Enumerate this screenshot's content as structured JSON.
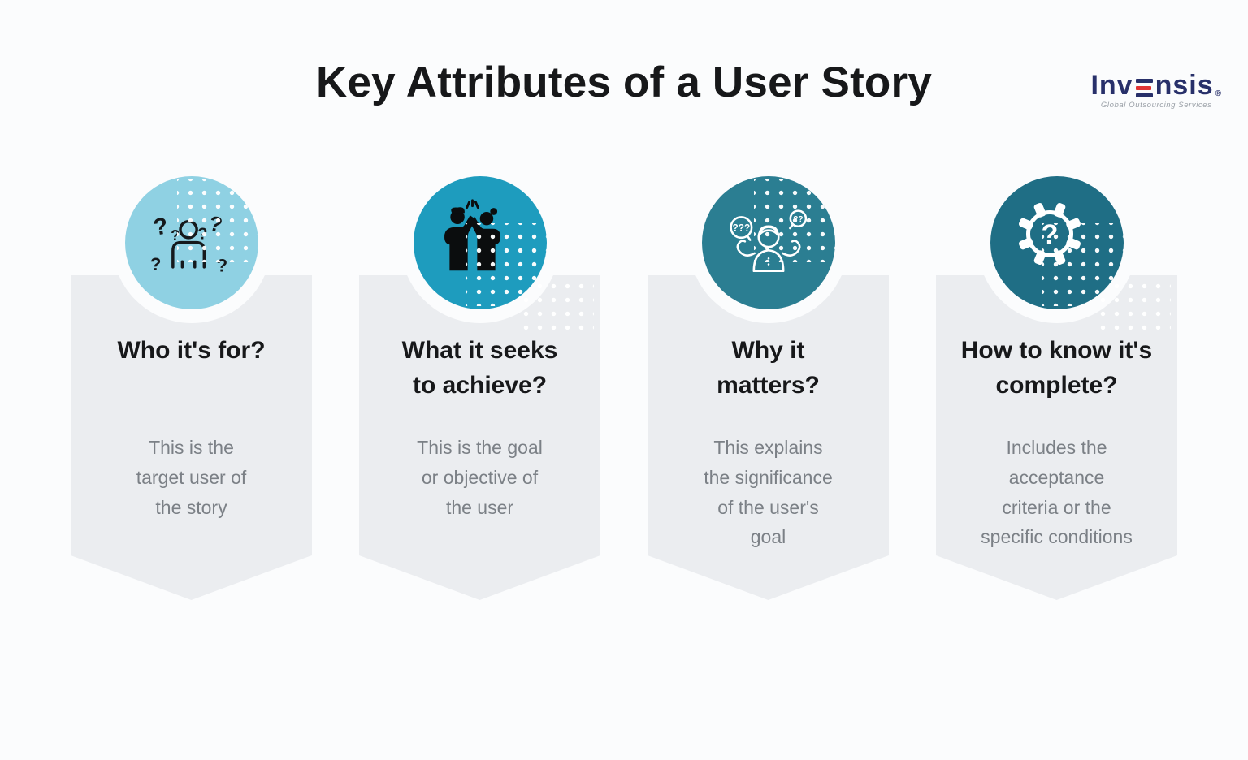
{
  "page": {
    "title": "Key Attributes of a User Story",
    "background": "#FBFCFD",
    "card_color": "#EBEDF0",
    "heading_color": "#17181A",
    "body_color": "#7B8086"
  },
  "logo": {
    "brand": "Invensis",
    "brand_prefix": "Inv",
    "brand_suffix": "nsis",
    "registered": "®",
    "tagline": "Global Outsourcing Services",
    "navy": "#28306A",
    "red": "#E23434"
  },
  "columns": [
    {
      "heading": "Who it's for?",
      "heading_lines": [
        "Who it's for?"
      ],
      "body": "This is the target user of the story",
      "body_lines": [
        "This is the",
        "target user of",
        "the story"
      ],
      "icon": "user-questions-icon",
      "circle_color": "#8FD1E3",
      "dots": "top-right",
      "card_dots": false
    },
    {
      "heading": "What it seeks to achieve?",
      "heading_lines": [
        "What it seeks",
        "to achieve?"
      ],
      "body": "This is the goal or objective of the user",
      "body_lines": [
        "This is the goal",
        "or objective of",
        "the user"
      ],
      "icon": "high-five-icon",
      "circle_color": "#1E9CBE",
      "dots": "bottom-right",
      "card_dots": true
    },
    {
      "heading": "Why it matters?",
      "heading_lines": [
        "Why it",
        "matters?"
      ],
      "body": "This explains the significance of the user's goal",
      "body_lines": [
        "This explains",
        "the significance",
        "of the user's",
        "goal"
      ],
      "icon": "shrug-person-icon",
      "circle_color": "#2B7E92",
      "dots": "top-right",
      "card_dots": false
    },
    {
      "heading": "How to know it's complete?",
      "heading_lines": [
        "How to know it's",
        "complete?"
      ],
      "body": "Includes the acceptance criteria or the specific conditions",
      "body_lines": [
        "Includes the",
        "acceptance",
        "criteria or the",
        "specific conditions"
      ],
      "icon": "gear-question-icon",
      "circle_color": "#1F6E85",
      "dots": "bottom-right",
      "card_dots": true
    }
  ]
}
